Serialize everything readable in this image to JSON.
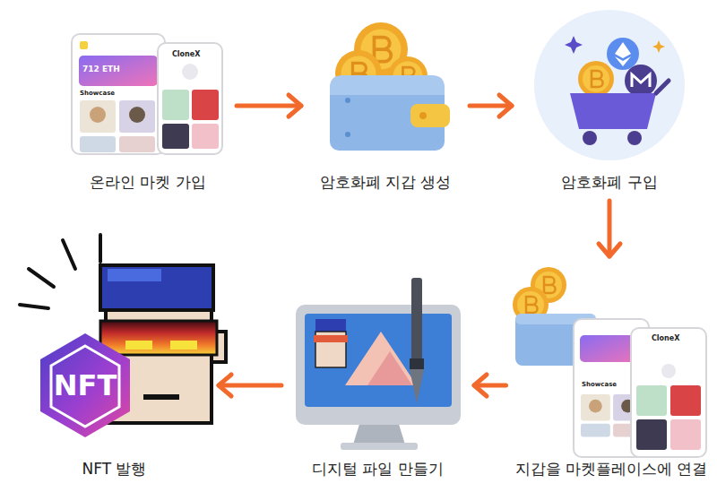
{
  "diagram": {
    "nodes": [
      {
        "text": [
          "온라인 마켓 가입"
        ]
      },
      {
        "text": [
          "암호화폐 지갑 생성"
        ]
      },
      {
        "text": [
          "암호화폐 구입"
        ]
      },
      {
        "text": [
          "지갑을 마켓플레이스에 연결"
        ]
      },
      {
        "text": [
          "디지털 파일 만들기"
        ]
      },
      {
        "text": [
          "NFT 발행"
        ]
      }
    ],
    "edges": [
      {
        "from": 0,
        "to": 1,
        "arrow": "to"
      },
      {
        "from": 1,
        "to": 2,
        "arrow": "to"
      },
      {
        "from": 2,
        "to": 3,
        "arrow": "to"
      },
      {
        "from": 3,
        "to": 4,
        "arrow": "to"
      },
      {
        "from": 4,
        "to": 5,
        "arrow": "to"
      }
    ],
    "labels": [
      "712 ETH",
      "CloneX",
      "Showcase",
      "CloneX",
      "Showcase",
      "NFT"
    ]
  }
}
